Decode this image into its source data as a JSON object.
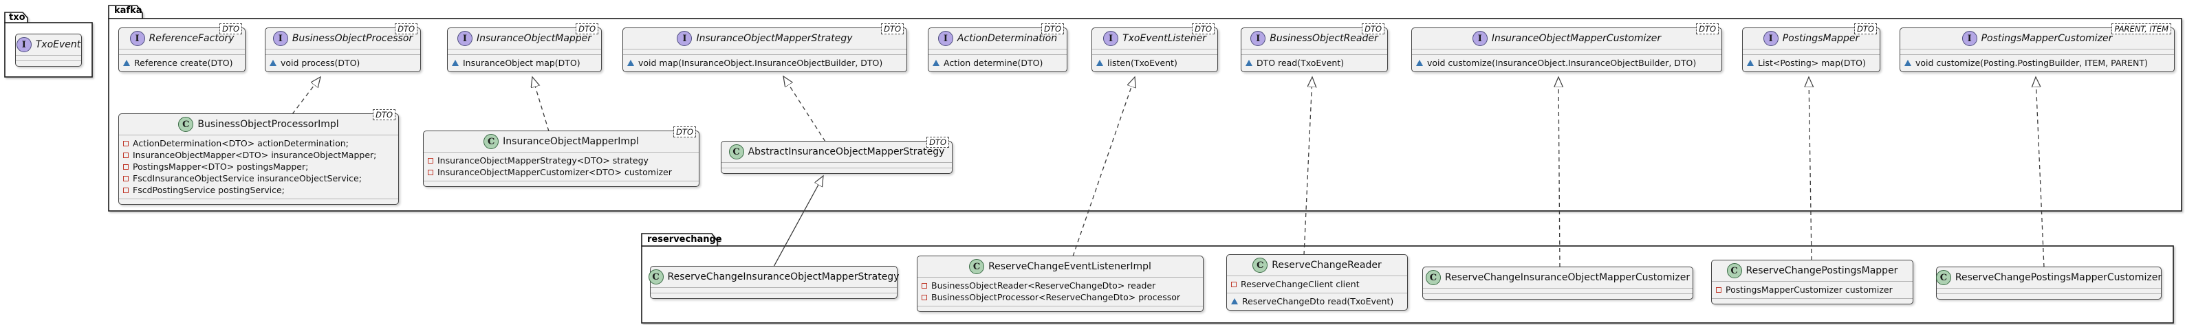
{
  "diagram_kind": "uml-class-diagram",
  "colors": {
    "box_fill": "#F1F1F1",
    "box_border": "#454545",
    "interface_icon_fill": "#B4A7E5",
    "class_icon_fill": "#ADD1B2",
    "private_field_icon": "#C0392B",
    "abstract_method_icon": "#3875B0",
    "line_color": "#3C3C3C"
  },
  "icons": {
    "interface_letter": "I",
    "class_letter": "C"
  },
  "packages": {
    "txo": {
      "label": "txo"
    },
    "kafka": {
      "label": "kafka"
    },
    "reservechange": {
      "label": "reservechange"
    }
  },
  "classes": {
    "txoEvent": {
      "kind": "interface",
      "name": "TxoEvent"
    },
    "referenceFactory": {
      "kind": "interface",
      "name": "ReferenceFactory",
      "generic": "DTO",
      "methods": [
        "Reference create(DTO)"
      ]
    },
    "businessObjectProcessor": {
      "kind": "interface",
      "name": "BusinessObjectProcessor",
      "generic": "DTO",
      "methods": [
        "void process(DTO)"
      ]
    },
    "insuranceObjectMapper": {
      "kind": "interface",
      "name": "InsuranceObjectMapper",
      "generic": "DTO",
      "methods": [
        "InsuranceObject map(DTO)"
      ]
    },
    "insuranceObjectMapperStrategy": {
      "kind": "interface",
      "name": "InsuranceObjectMapperStrategy",
      "generic": "DTO",
      "methods": [
        "void map(InsuranceObject.InsuranceObjectBuilder, DTO)"
      ]
    },
    "actionDetermination": {
      "kind": "interface",
      "name": "ActionDetermination",
      "generic": "DTO",
      "methods": [
        "Action determine(DTO)"
      ]
    },
    "txoEventListener": {
      "kind": "interface",
      "name": "TxoEventListener",
      "generic": "DTO",
      "methods": [
        "listen(TxoEvent)"
      ]
    },
    "businessObjectReader": {
      "kind": "interface",
      "name": "BusinessObjectReader",
      "generic": "DTO",
      "methods": [
        "DTO read(TxoEvent)"
      ]
    },
    "insuranceObjectMapperCustomizer": {
      "kind": "interface",
      "name": "InsuranceObjectMapperCustomizer",
      "generic": "DTO",
      "methods": [
        "void customize(InsuranceObject.InsuranceObjectBuilder, DTO)"
      ]
    },
    "postingsMapper": {
      "kind": "interface",
      "name": "PostingsMapper",
      "generic": "DTO",
      "methods": [
        "List<Posting> map(DTO)"
      ]
    },
    "postingsMapperCustomizer": {
      "kind": "interface",
      "name": "PostingsMapperCustomizer",
      "generic": "PARENT, ITEM",
      "methods": [
        "void customize(Posting.PostingBuilder, ITEM, PARENT)"
      ]
    },
    "businessObjectProcessorImpl": {
      "kind": "class",
      "name": "BusinessObjectProcessorImpl",
      "generic": "DTO",
      "fields": [
        "ActionDetermination<DTO> actionDetermination;",
        "InsuranceObjectMapper<DTO> insuranceObjectMapper;",
        "PostingsMapper<DTO> postingsMapper;",
        "FscdInsuranceObjectService insuranceObjectService;",
        "FscdPostingService postingService;"
      ]
    },
    "insuranceObjectMapperImpl": {
      "kind": "class",
      "name": "InsuranceObjectMapperImpl",
      "generic": "DTO",
      "fields": [
        "InsuranceObjectMapperStrategy<DTO> strategy",
        "InsuranceObjectMapperCustomizer<DTO> customizer"
      ]
    },
    "abstractInsuranceObjectMapperStrategy": {
      "kind": "class",
      "name": "AbstractInsuranceObjectMapperStrategy",
      "generic": "DTO"
    },
    "reserveChangeInsuranceObjectMapperStrategy": {
      "kind": "class",
      "name": "ReserveChangeInsuranceObjectMapperStrategy"
    },
    "reserveChangeEventListenerImpl": {
      "kind": "class",
      "name": "ReserveChangeEventListenerImpl",
      "fields": [
        "BusinessObjectReader<ReserveChangeDto> reader",
        "BusinessObjectProcessor<ReserveChangeDto> processor"
      ]
    },
    "reserveChangeReader": {
      "kind": "class",
      "name": "ReserveChangeReader",
      "fields": [
        "ReserveChangeClient client"
      ],
      "methods": [
        "ReserveChangeDto read(TxoEvent)"
      ]
    },
    "reserveChangeInsuranceObjectMapperCustomizer": {
      "kind": "class",
      "name": "ReserveChangeInsuranceObjectMapperCustomizer"
    },
    "reserveChangePostingsMapper": {
      "kind": "class",
      "name": "ReserveChangePostingsMapper",
      "fields": [
        "PostingsMapperCustomizer customizer"
      ]
    },
    "reserveChangePostingsMapperCustomizer": {
      "kind": "class",
      "name": "ReserveChangePostingsMapperCustomizer"
    }
  },
  "relationships": [
    {
      "from": "BusinessObjectProcessorImpl",
      "to": "BusinessObjectProcessor",
      "type": "realization"
    },
    {
      "from": "InsuranceObjectMapperImpl",
      "to": "InsuranceObjectMapper",
      "type": "realization"
    },
    {
      "from": "AbstractInsuranceObjectMapperStrategy",
      "to": "InsuranceObjectMapperStrategy",
      "type": "realization"
    },
    {
      "from": "ReserveChangeInsuranceObjectMapperStrategy",
      "to": "AbstractInsuranceObjectMapperStrategy",
      "type": "extension"
    },
    {
      "from": "ReserveChangeEventListenerImpl",
      "to": "TxoEventListener",
      "type": "realization"
    },
    {
      "from": "ReserveChangeReader",
      "to": "BusinessObjectReader",
      "type": "realization"
    },
    {
      "from": "ReserveChangeInsuranceObjectMapperCustomizer",
      "to": "InsuranceObjectMapperCustomizer",
      "type": "realization"
    },
    {
      "from": "ReserveChangePostingsMapper",
      "to": "PostingsMapper",
      "type": "realization"
    },
    {
      "from": "ReserveChangePostingsMapperCustomizer",
      "to": "PostingsMapperCustomizer",
      "type": "realization"
    }
  ]
}
